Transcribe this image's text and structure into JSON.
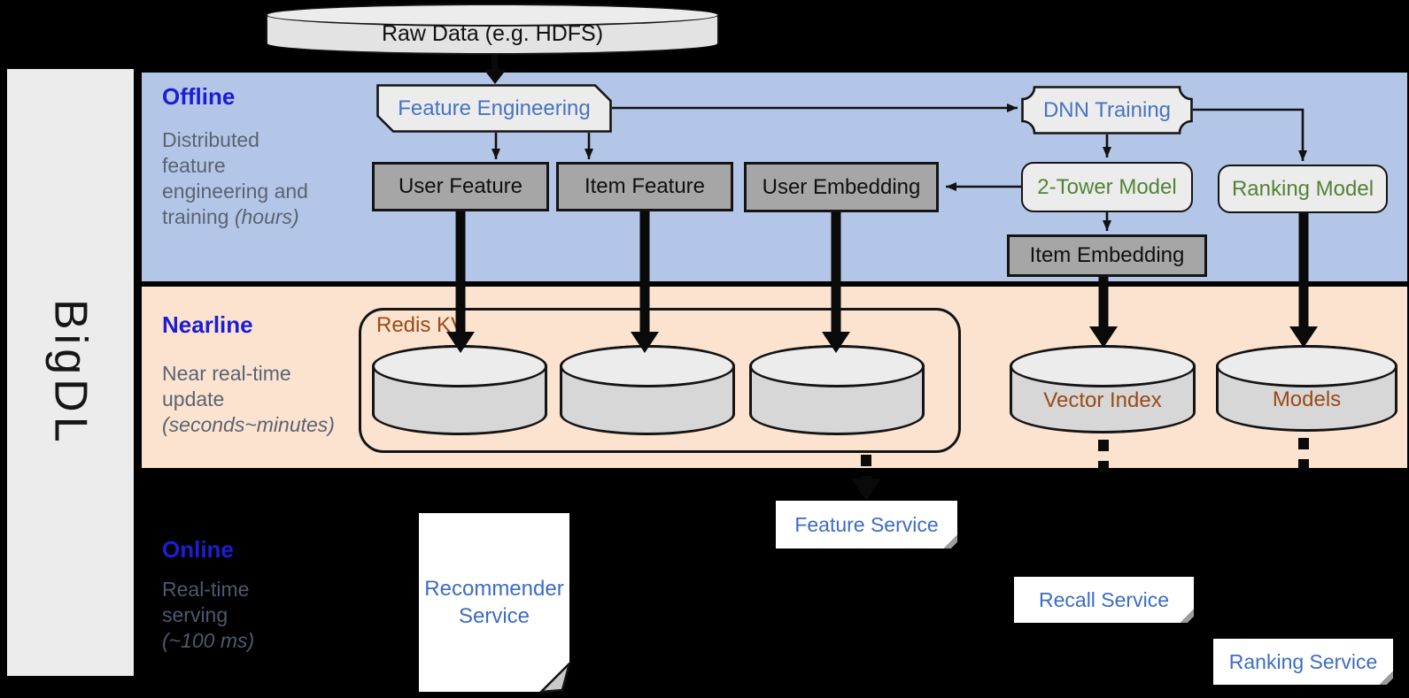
{
  "diagram_title": "BigDL",
  "colors": {
    "background": "#000000",
    "offline_band": "#b3c6e7",
    "nearline_band": "#fbe3d0",
    "sidebar": "#ececec",
    "section_title_blue": "#1d1dd3",
    "node_text_blue": "#4674c1",
    "node_text_green": "#548235",
    "node_text_brown": "#9a4a16",
    "service_text_blue": "#3c6cc5",
    "gray_node_fill": "#a6a6a6",
    "cylinder_fill": "#d7d7d7"
  },
  "raw_data_label": "Raw Data (e.g. HDFS)",
  "sections": {
    "offline": {
      "title": "Offline",
      "lines": [
        "Distributed",
        "feature",
        "engineering and"
      ],
      "line_normal": "training ",
      "line_italic": "(hours)"
    },
    "nearline": {
      "title": "Nearline",
      "lines": [
        "Near real-time",
        "update"
      ],
      "line_italic": "(seconds~minutes)"
    },
    "online": {
      "title": "Online",
      "lines": [
        "Real-time",
        "serving"
      ],
      "line_italic": "(~100 ms)"
    }
  },
  "nodes": {
    "feature_engineering": "Feature Engineering",
    "dnn_training": "DNN Training",
    "user_feature": "User Feature",
    "item_feature": "Item Feature",
    "user_embedding": "User Embedding",
    "two_tower_model": "2-Tower Model",
    "ranking_model": "Ranking Model",
    "item_embedding": "Item Embedding",
    "redis_kv": "Redis KV",
    "vector_index": "Vector Index",
    "models": "Models",
    "recommender_service": "Recommender Service",
    "feature_service": "Feature Service",
    "recall_service": "Recall Service",
    "ranking_service": "Ranking Service"
  },
  "connections": [
    {
      "from": "raw_data",
      "to": "feature_engineering",
      "style": "arrow"
    },
    {
      "from": "feature_engineering",
      "to": "user_feature",
      "style": "arrow"
    },
    {
      "from": "feature_engineering",
      "to": "item_feature",
      "style": "arrow"
    },
    {
      "from": "feature_engineering",
      "to": "dnn_training",
      "style": "arrow"
    },
    {
      "from": "dnn_training",
      "to": "two_tower_model",
      "style": "arrow"
    },
    {
      "from": "dnn_training",
      "to": "ranking_model",
      "style": "arrow"
    },
    {
      "from": "two_tower_model",
      "to": "user_embedding",
      "style": "arrow"
    },
    {
      "from": "two_tower_model",
      "to": "item_embedding",
      "style": "arrow"
    },
    {
      "from": "user_feature",
      "to": "redis_kv_cylinder_1",
      "style": "thick-arrow"
    },
    {
      "from": "item_feature",
      "to": "redis_kv_cylinder_2",
      "style": "thick-arrow"
    },
    {
      "from": "user_embedding",
      "to": "redis_kv_cylinder_3",
      "style": "thick-arrow"
    },
    {
      "from": "item_embedding",
      "to": "vector_index",
      "style": "thick-arrow"
    },
    {
      "from": "ranking_model",
      "to": "models",
      "style": "thick-arrow"
    },
    {
      "from": "redis_kv",
      "to": "feature_service",
      "style": "thick-dashed-arrow"
    },
    {
      "from": "vector_index",
      "to": "recall_service",
      "style": "thick-dashed"
    },
    {
      "from": "models",
      "to": "ranking_service",
      "style": "thick-dashed"
    }
  ]
}
